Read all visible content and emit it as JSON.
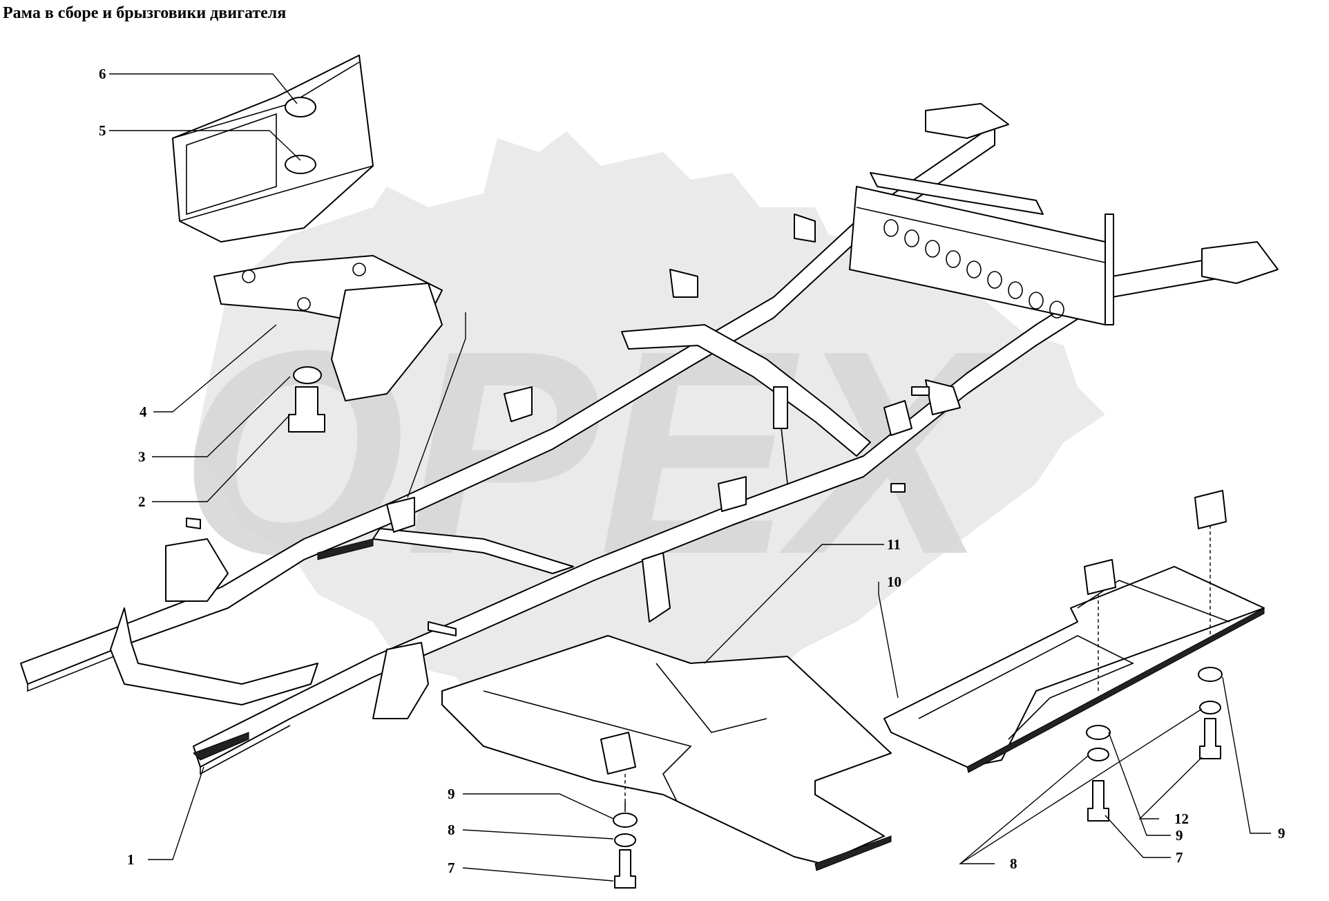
{
  "title": "Рама в сборе и брызговики двигателя",
  "watermark": "ОРЕХ",
  "colors": {
    "line": "#000000",
    "watermark": "#d8d8d8",
    "background": "#ffffff"
  },
  "callouts": {
    "c1": "1",
    "c2": "2",
    "c3": "3",
    "c4": "4",
    "c5": "5",
    "c6": "6",
    "c7a": "7",
    "c7b": "7",
    "c8a": "8",
    "c8b": "8",
    "c9a": "9",
    "c9b": "9",
    "c9c": "9",
    "c10": "10",
    "c11": "11",
    "c12": "12"
  }
}
